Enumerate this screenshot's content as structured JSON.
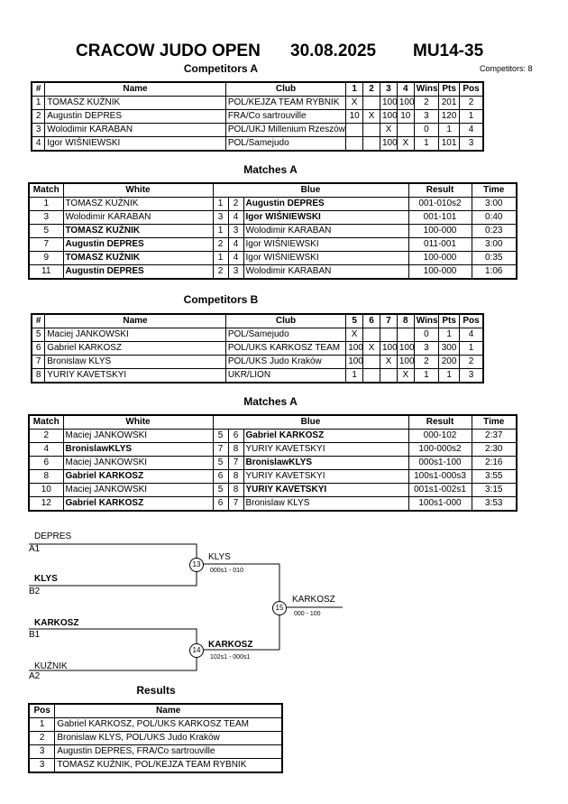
{
  "header": {
    "name": "CRACOW JUDO OPEN",
    "date": "30.08.2025",
    "category": "MU14-35",
    "competitors_count": "Competitors: 8"
  },
  "groupA": {
    "title": "Competitors A",
    "columns": [
      "#",
      "Name",
      "Club",
      "1",
      "2",
      "3",
      "4",
      "Wins",
      "Pts",
      "Pos"
    ],
    "rows": [
      [
        "1",
        "TOMASZ KUŹNIK",
        "POL/KEJZA TEAM RYBNIK",
        "X",
        "",
        "100",
        "100",
        "2",
        "201",
        "2"
      ],
      [
        "2",
        "Augustin DEPRES",
        "FRA/Co sartrouville",
        "10",
        "X",
        "100",
        "10",
        "3",
        "120",
        "1"
      ],
      [
        "3",
        "Wolodimir KARABAN",
        "POL/UKJ Millenium Rzeszów",
        "",
        "",
        "X",
        "",
        "0",
        "1",
        "4"
      ],
      [
        "4",
        "Igor WIŚNIEWSKI",
        "POL/Samejudo",
        "",
        "",
        "100",
        "X",
        "1",
        "101",
        "3"
      ]
    ]
  },
  "matchesA": {
    "title": "Matches A",
    "columns": [
      "Match",
      "White",
      "Blue",
      "Result",
      "Time"
    ],
    "rows": [
      {
        "match": "1",
        "white": "TOMASZ KUŹNIK",
        "wb": false,
        "wn": "1",
        "bn": "2",
        "blue": "Augustin DEPRES",
        "bb": true,
        "result": "001-010s2",
        "time": "3:00"
      },
      {
        "match": "3",
        "white": "Wolodimir KARABAN",
        "wb": false,
        "wn": "3",
        "bn": "4",
        "blue": "Igor WIŚNIEWSKI",
        "bb": true,
        "result": "001-101",
        "time": "0:40"
      },
      {
        "match": "5",
        "white": "TOMASZ KUŹNIK",
        "wb": true,
        "wn": "1",
        "bn": "3",
        "blue": "Wolodimir KARABAN",
        "bb": false,
        "result": "100-000",
        "time": "0:23"
      },
      {
        "match": "7",
        "white": "Augustin DEPRES",
        "wb": true,
        "wn": "2",
        "bn": "4",
        "blue": "Igor WIŚNIEWSKI",
        "bb": false,
        "result": "011-001",
        "time": "3:00"
      },
      {
        "match": "9",
        "white": "TOMASZ KUŹNIK",
        "wb": true,
        "wn": "1",
        "bn": "4",
        "blue": "Igor WIŚNIEWSKI",
        "bb": false,
        "result": "100-000",
        "time": "0:35"
      },
      {
        "match": "11",
        "white": "Augustin DEPRES",
        "wb": true,
        "wn": "2",
        "bn": "3",
        "blue": "Wolodimir KARABAN",
        "bb": false,
        "result": "100-000",
        "time": "1:06"
      }
    ]
  },
  "groupB": {
    "title": "Competitors B",
    "columns": [
      "#",
      "Name",
      "Club",
      "5",
      "6",
      "7",
      "8",
      "Wins",
      "Pts",
      "Pos"
    ],
    "rows": [
      [
        "5",
        "Maciej JANKOWSKI",
        "POL/Samejudo",
        "X",
        "",
        "",
        "",
        "0",
        "1",
        "4"
      ],
      [
        "6",
        "Gabriel KARKOSZ",
        "POL/UKS KARKOSZ TEAM",
        "100",
        "X",
        "100",
        "100",
        "3",
        "300",
        "1"
      ],
      [
        "7",
        "Bronislaw KLYS",
        "POL/UKS Judo Kraków",
        "100",
        "",
        "X",
        "100",
        "2",
        "200",
        "2"
      ],
      [
        "8",
        "YURIY KAVETSKYI",
        "UKR/LION",
        "1",
        "",
        "",
        "X",
        "1",
        "1",
        "3"
      ]
    ]
  },
  "matchesB": {
    "title": "Matches A",
    "columns": [
      "Match",
      "White",
      "Blue",
      "Result",
      "Time"
    ],
    "rows": [
      {
        "match": "2",
        "white": "Maciej JANKOWSKI",
        "wb": false,
        "wn": "5",
        "bn": "6",
        "blue": "Gabriel KARKOSZ",
        "bb": true,
        "result": "000-102",
        "time": "2:37"
      },
      {
        "match": "4",
        "white": "BronislawKLYS",
        "wb": true,
        "wn": "7",
        "bn": "8",
        "blue": "YURIY KAVETSKYI",
        "bb": false,
        "result": "100-000s2",
        "time": "2:30"
      },
      {
        "match": "6",
        "white": "Maciej JANKOWSKI",
        "wb": false,
        "wn": "5",
        "bn": "7",
        "blue": "BronislawKLYS",
        "bb": true,
        "result": "000s1-100",
        "time": "2:16"
      },
      {
        "match": "8",
        "white": "Gabriel KARKOSZ",
        "wb": true,
        "wn": "6",
        "bn": "8",
        "blue": "YURIY KAVETSKYI",
        "bb": false,
        "result": "100s1-000s3",
        "time": "3:55"
      },
      {
        "match": "10",
        "white": "Maciej JANKOWSKI",
        "wb": false,
        "wn": "5",
        "bn": "8",
        "blue": "YURIY KAVETSKYI",
        "bb": true,
        "result": "001s1-002s1",
        "time": "3:15"
      },
      {
        "match": "12",
        "white": "Gabriel KARKOSZ",
        "wb": true,
        "wn": "6",
        "bn": "7",
        "blue": "Bronislaw KLYS",
        "bb": false,
        "result": "100s1-000",
        "time": "3:53"
      }
    ]
  },
  "bracket": {
    "s1_top": "DEPRES",
    "s1_top_seed": "A1",
    "s1_bot": "KLYS",
    "s1_bot_seed": "B2",
    "s2_top": "KARKOSZ",
    "s2_top_seed": "B1",
    "s2_bot": "KUŹNIK",
    "s2_bot_seed": "A2",
    "m13": "13",
    "m13_winner": "KLYS",
    "m13_score": "000s1 - 010",
    "m14": "14",
    "m14_winner": "KARKOSZ",
    "m14_score": "102s1 - 000s1",
    "m15": "15",
    "m15_winner": "KARKOSZ",
    "m15_score": "000 - 100"
  },
  "results": {
    "title": "Results",
    "columns": [
      "Pos",
      "Name"
    ],
    "rows": [
      [
        "1",
        "Gabriel KARKOSZ, POL/UKS KARKOSZ TEAM"
      ],
      [
        "2",
        "Bronislaw KLYS, POL/UKS Judo Kraków"
      ],
      [
        "3",
        "Augustin DEPRES, FRA/Co sartrouville"
      ],
      [
        "3",
        "TOMASZ KUŹNIK, POL/KEJZA TEAM RYBNIK"
      ]
    ]
  }
}
